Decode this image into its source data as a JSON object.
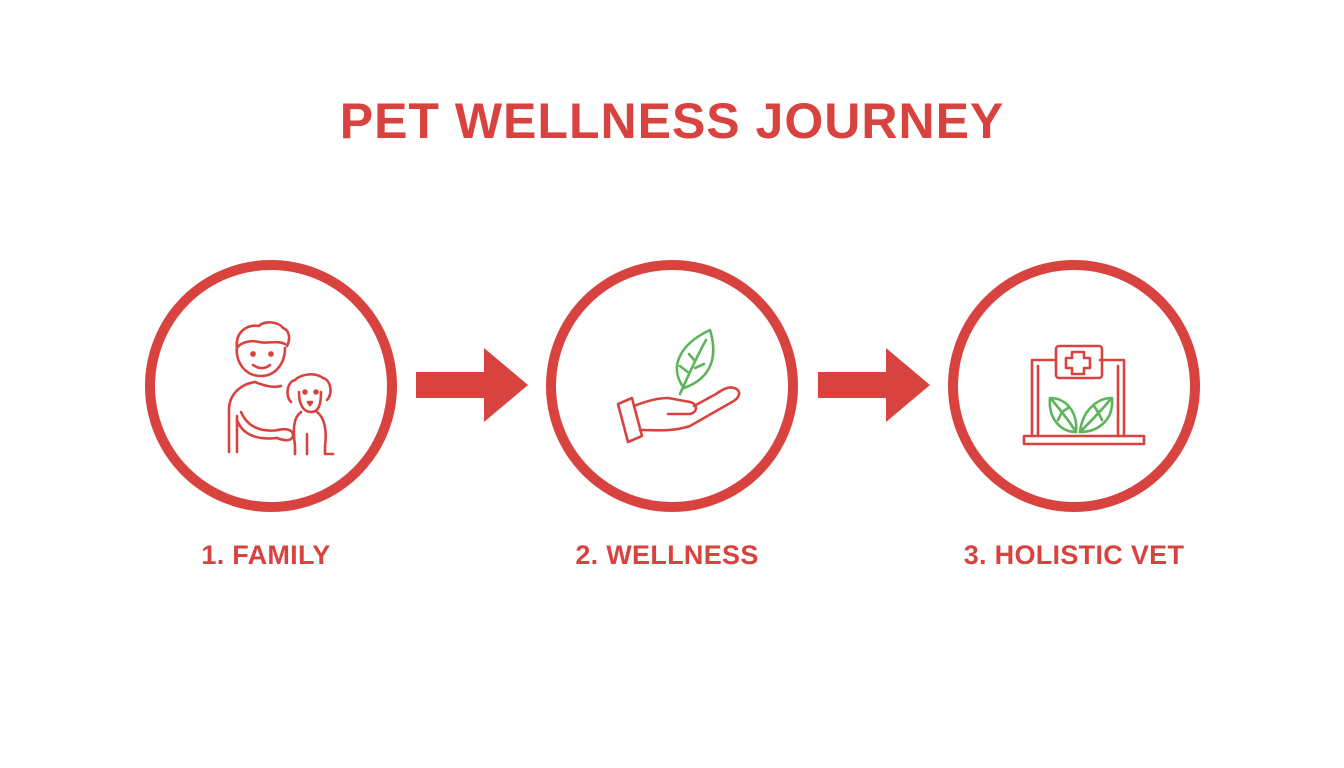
{
  "title": "PET WELLNESS JOURNEY",
  "colors": {
    "accent": "#d9433f",
    "leaf": "#5cb55a",
    "background": "#ffffff"
  },
  "steps": [
    {
      "label": "1. FAMILY",
      "icon": "person-with-dog-icon"
    },
    {
      "label": "2. WELLNESS",
      "icon": "hand-holding-leaf-icon"
    },
    {
      "label": "3. HOLISTIC VET",
      "icon": "vet-clinic-icon"
    }
  ],
  "connectors": [
    {
      "icon": "arrow-right-icon"
    },
    {
      "icon": "arrow-right-icon"
    }
  ]
}
